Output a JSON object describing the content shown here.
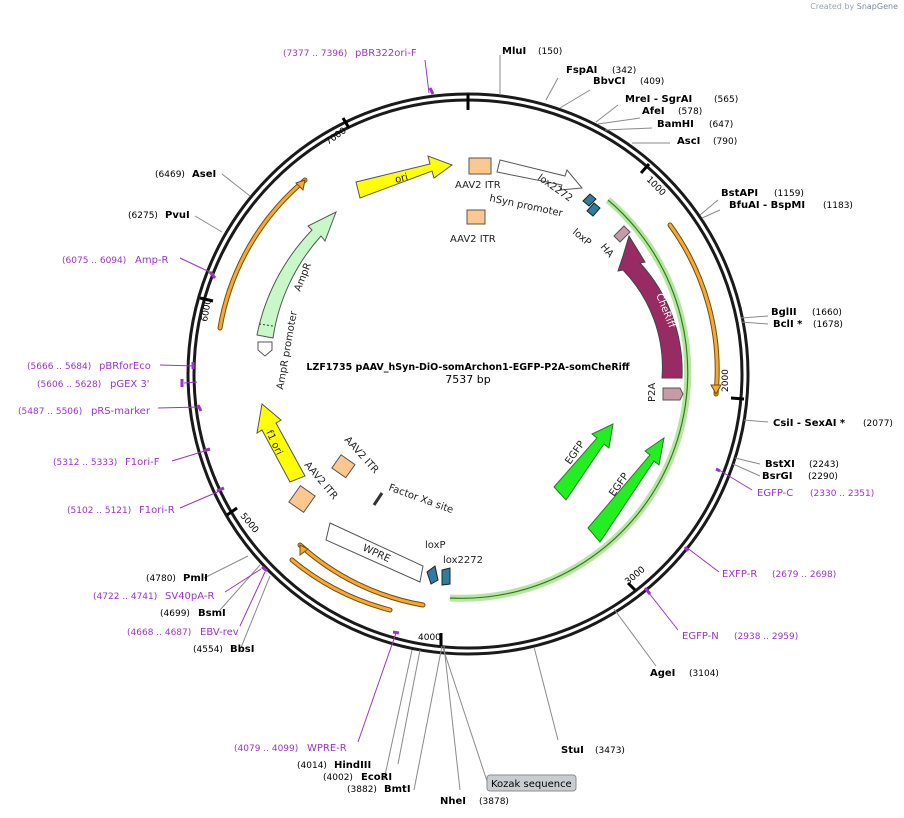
{
  "watermark": {
    "prefix": "Created by",
    "brand": "SnapGene"
  },
  "plasmid": {
    "name": "LZF1735 pAAV_hSyn-DiO-somArchon1-EGFP-P2A-somCheRiff",
    "length": "7537 bp"
  },
  "ticks": [
    "1000",
    "2000",
    "3000",
    "4000",
    "5000",
    "6000",
    "7000"
  ],
  "enzymes": [
    {
      "name": "MluI",
      "pos": "(150)"
    },
    {
      "name": "FspAI",
      "pos": "(342)"
    },
    {
      "name": "BbvCI",
      "pos": "(409)"
    },
    {
      "name": "MreI - SgrAI",
      "pos": "(565)"
    },
    {
      "name": "AfeI",
      "pos": "(578)"
    },
    {
      "name": "BamHI",
      "pos": "(647)"
    },
    {
      "name": "AscI",
      "pos": "(790)"
    },
    {
      "name": "BstAPI",
      "pos": "(1159)"
    },
    {
      "name": "BfuAI - BspMI",
      "pos": "(1183)"
    },
    {
      "name": "BglII",
      "pos": "(1660)"
    },
    {
      "name": "BclI *",
      "pos": "(1678)"
    },
    {
      "name": "CsiI - SexAI *",
      "pos": "(2077)"
    },
    {
      "name": "BstXI",
      "pos": "(2243)"
    },
    {
      "name": "BsrGI",
      "pos": "(2290)"
    },
    {
      "name": "AgeI",
      "pos": "(3104)"
    },
    {
      "name": "StuI",
      "pos": "(3473)"
    },
    {
      "name": "NheI",
      "pos": "(3878)"
    },
    {
      "name": "BmtI",
      "pos": "(3882)"
    },
    {
      "name": "EcoRI",
      "pos": "(4002)"
    },
    {
      "name": "HindIII",
      "pos": "(4014)"
    },
    {
      "name": "BbsI",
      "pos": "(4554)"
    },
    {
      "name": "BsmI",
      "pos": "(4699)"
    },
    {
      "name": "PmlI",
      "pos": "(4780)"
    },
    {
      "name": "PvuI",
      "pos": "(6275)"
    },
    {
      "name": "AseI",
      "pos": "(6469)"
    }
  ],
  "primers": [
    {
      "name": "pBR322ori-F",
      "pos": "(7377 .. 7396)"
    },
    {
      "name": "EGFP-C",
      "pos": "(2330 .. 2351)"
    },
    {
      "name": "EXFP-R",
      "pos": "(2679 .. 2698)"
    },
    {
      "name": "EGFP-N",
      "pos": "(2938 .. 2959)"
    },
    {
      "name": "WPRE-R",
      "pos": "(4079 .. 4099)"
    },
    {
      "name": "EBV-rev",
      "pos": "(4668 .. 4687)"
    },
    {
      "name": "SV40pA-R",
      "pos": "(4722 .. 4741)"
    },
    {
      "name": "F1ori-R",
      "pos": "(5102 .. 5121)"
    },
    {
      "name": "F1ori-F",
      "pos": "(5312 .. 5333)"
    },
    {
      "name": "pRS-marker",
      "pos": "(5487 .. 5506)"
    },
    {
      "name": "pGEX 3'",
      "pos": "(5606 .. 5628)"
    },
    {
      "name": "pBRforEco",
      "pos": "(5666 .. 5684)"
    },
    {
      "name": "Amp-R",
      "pos": "(6075 .. 6094)"
    }
  ],
  "features": {
    "ori": "ori",
    "aav2_itr": "AAV2 ITR",
    "hsyn_promoter": "hSyn promoter",
    "lox2272": "lox2272",
    "loxp": "loxP",
    "ha": "HA",
    "cheriff": "CheRiff",
    "p2a": "P2A",
    "egfp": "EGFP",
    "factor_xa": "Factor Xa site",
    "wpre": "WPRE",
    "f1_ori": "f1 ori",
    "ampr": "AmpR",
    "ampr_promoter": "AmpR promoter"
  },
  "kozak": "Kozak sequence",
  "colors": {
    "backbone": "#1a1a1a",
    "primer": "#9b33c8",
    "ori": "#ffff00",
    "itr": "#fcc890",
    "cheriff": "#982b63",
    "egfp": "#22ee22",
    "ampr": "#c8f8c8",
    "orange_bar": "#f2a93b",
    "highlight": "#b6e6a0"
  }
}
